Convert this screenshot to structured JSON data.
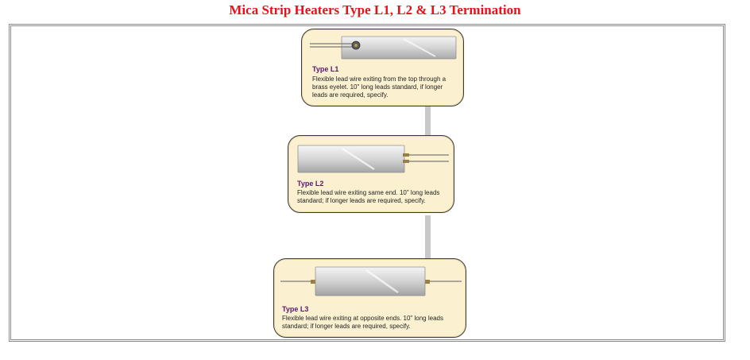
{
  "page": {
    "title": "Mica Strip Heaters Type L1, L2 & L3 Termination"
  },
  "colors": {
    "title": "#e8101a",
    "type_label": "#5b1470",
    "card_background": "#fbf1d0"
  },
  "cards": [
    {
      "type": "Type L1",
      "description": "Flexible lead wire exiting from the top through a brass eyelet. 10\" long leads standard, if longer leads are required, specify."
    },
    {
      "type": "Type L2",
      "description": "Flexible lead wire exiting same end. 10\" long leads standard; if longer leads are required, specify."
    },
    {
      "type": "Type L3",
      "description": "Flexible lead wire exiting at opposite ends. 10\" long leads standard; if longer leads are required, specify."
    }
  ]
}
